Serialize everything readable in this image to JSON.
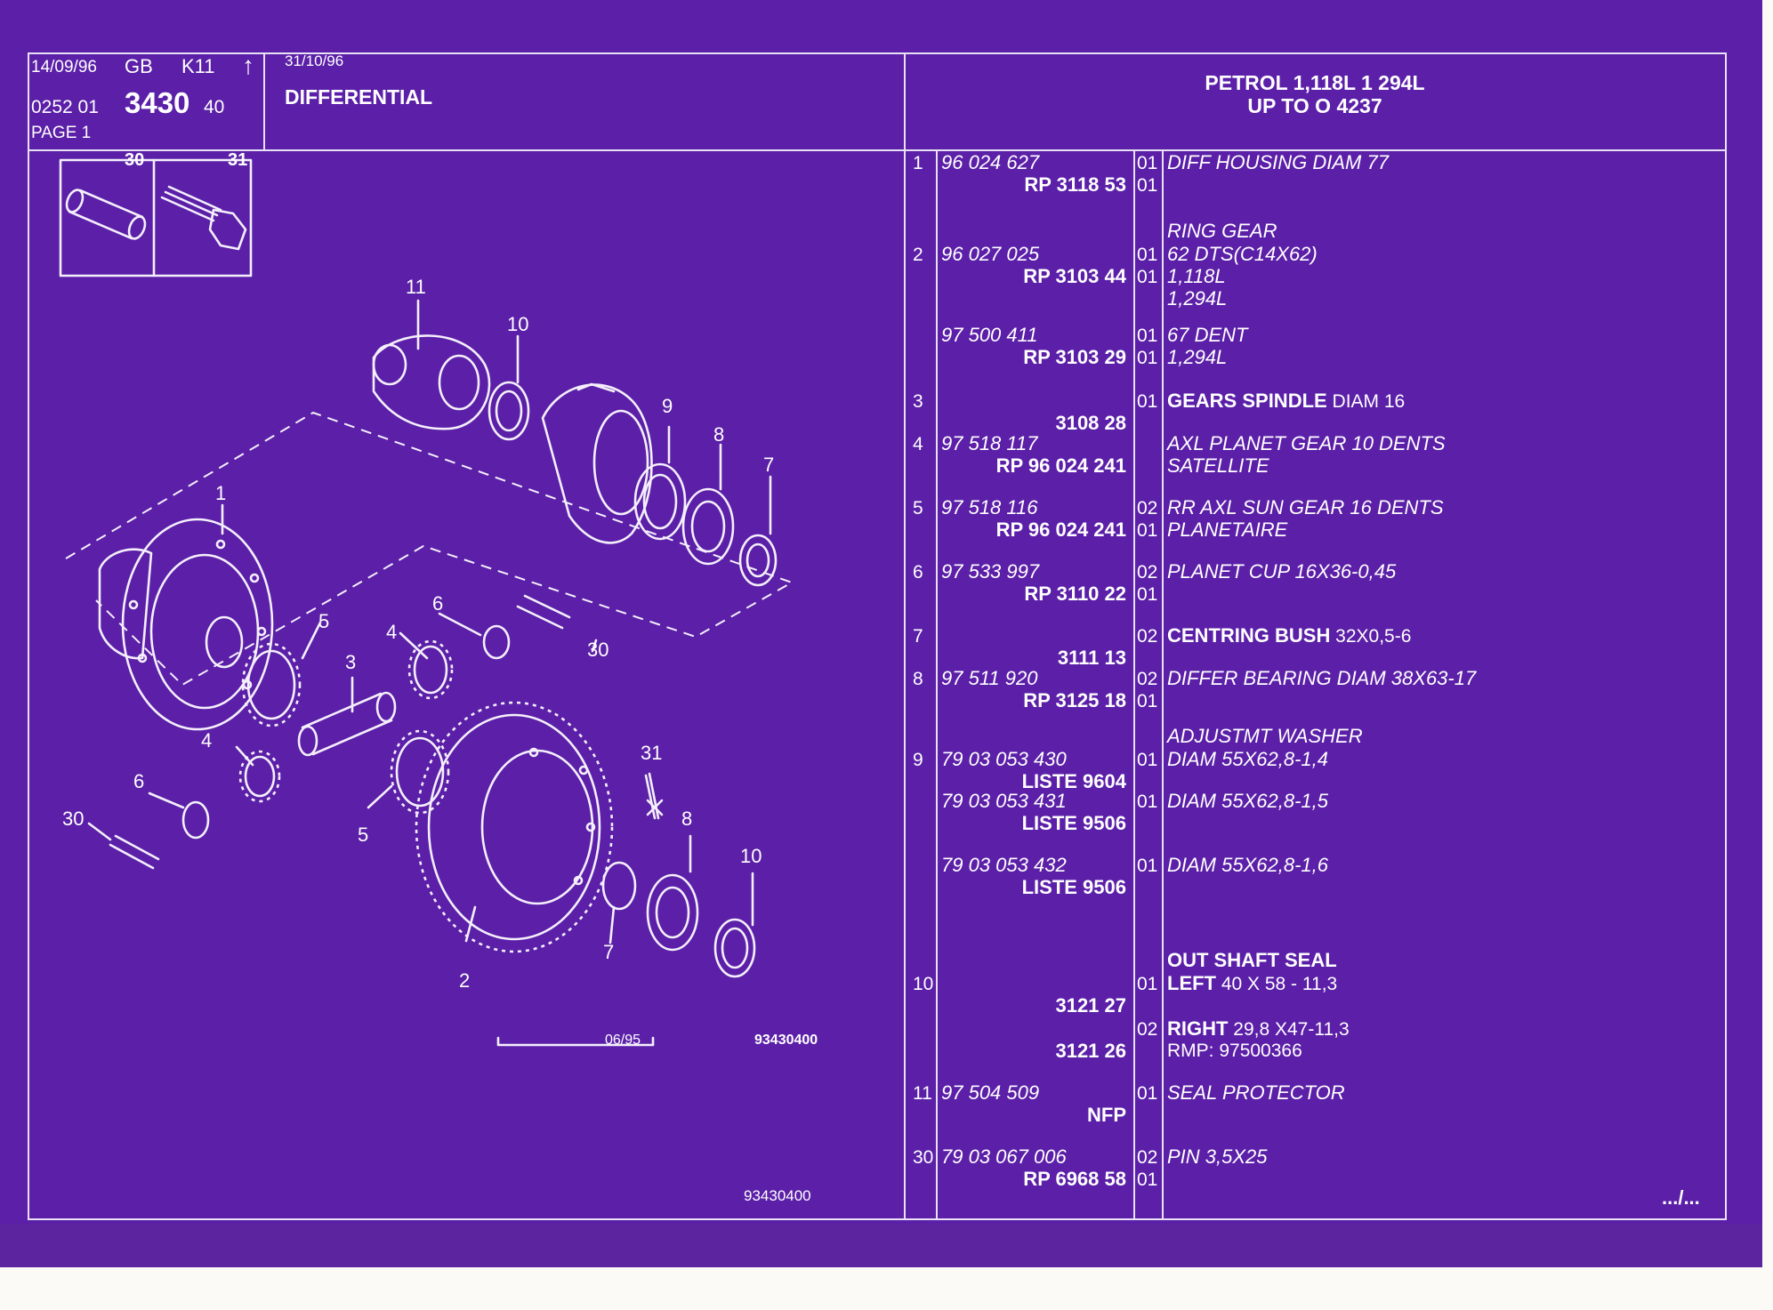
{
  "header": {
    "date_left": "14/09/96",
    "lang": "GB",
    "model": "K11",
    "arrow": "↑",
    "code_prefix": "0252 01",
    "group": "3430",
    "sub": "40",
    "page": "PAGE 1",
    "date_right": "31/10/96",
    "title": "DIFFERENTIAL",
    "applicability_1": "PETROL 1,118L 1 294L",
    "applicability_2": "UP TO O  4237"
  },
  "inset": {
    "label_a": "30",
    "label_b": "31"
  },
  "callouts": [
    "11",
    "10",
    "9",
    "8",
    "7",
    "1",
    "6",
    "5",
    "4",
    "3",
    "30",
    "31",
    "4",
    "6",
    "30",
    "5",
    "2",
    "8",
    "10",
    "7"
  ],
  "drawing": {
    "stamp": "06/95",
    "ref_upper": "93430400",
    "ref_lower": "93430400"
  },
  "colors": {
    "sheet": "#5b1fa8",
    "line": "#e9e2f6",
    "background": "#fbfaf6"
  },
  "parts": [
    {
      "idx": "1",
      "pn": "96 024 627",
      "ref": "RP  3118 53",
      "q1": "01",
      "q2": "01",
      "desc": [
        {
          "t": "DIFF HOUSING DIAM 77",
          "s": "i"
        }
      ]
    },
    {
      "idx": "2",
      "pn": "96 027 025",
      "ref": "RP  3103 44",
      "q1": "01",
      "q2": "01",
      "pre": "RING GEAR",
      "desc": [
        {
          "t": "62 DTS(C14X62)",
          "s": "i"
        },
        {
          "t": "1,118L",
          "s": "i"
        },
        {
          "t": "1,294L",
          "s": "i"
        }
      ]
    },
    {
      "idx": "",
      "pn": "97 500 411",
      "ref": "RP  3103 29",
      "q1": "01",
      "q2": "01",
      "desc": [
        {
          "t": "67 DENT",
          "s": "i"
        },
        {
          "t": "1,294L",
          "s": "i"
        }
      ]
    },
    {
      "idx": "3",
      "pn": "",
      "ref": "3108 28",
      "q1": "01",
      "q2": "",
      "descB": "GEARS SPINDLE",
      "descTail": " DIAM 16"
    },
    {
      "idx": "4",
      "pn": "97 518 117",
      "ref": "RP   96 024 241",
      "q1": "",
      "q2": "",
      "desc": [
        {
          "t": "AXL PLANET GEAR 10 DENTS",
          "s": "i"
        },
        {
          "t": "SATELLITE",
          "s": "i"
        }
      ]
    },
    {
      "idx": "5",
      "pn": "97 518 116",
      "ref": "RP   96 024 241",
      "q1": "02",
      "q2": "01",
      "desc": [
        {
          "t": "RR AXL SUN GEAR 16 DENTS",
          "s": "i"
        },
        {
          "t": "PLANETAIRE",
          "s": "i"
        }
      ]
    },
    {
      "idx": "6",
      "pn": "97 533 997",
      "ref": "RP  3110 22",
      "q1": "02",
      "q2": "01",
      "desc": [
        {
          "t": "PLANET CUP 16X36-0,45",
          "s": "i"
        }
      ]
    },
    {
      "idx": "7",
      "pn": "",
      "ref": "3111 13",
      "q1": "02",
      "q2": "",
      "descB": "CENTRING BUSH",
      "descTail": " 32X0,5-6"
    },
    {
      "idx": "8",
      "pn": "97 511 920",
      "ref": "RP  3125 18",
      "q1": "02",
      "q2": "01",
      "desc": [
        {
          "t": "DIFFER BEARING DIAM 38X63-17",
          "s": "i"
        }
      ]
    },
    {
      "idx": "9",
      "pn": "79 03 053 430",
      "ref": "LISTE 9604",
      "q1": "01",
      "q2": "",
      "pre": "ADJUSTMT WASHER",
      "desc": [
        {
          "t": "DIAM 55X62,8-1,4",
          "s": "i"
        }
      ]
    },
    {
      "idx": "",
      "pn": "79 03 053 431",
      "ref": "LISTE 9506",
      "q1": "01",
      "q2": "",
      "desc": [
        {
          "t": "DIAM 55X62,8-1,5",
          "s": "i"
        }
      ]
    },
    {
      "idx": "",
      "pn": "79 03 053 432",
      "ref": "LISTE 9506",
      "q1": "01",
      "q2": "",
      "desc": [
        {
          "t": "DIAM 55X62,8-1,6",
          "s": "i"
        }
      ]
    },
    {
      "idx": "10",
      "pn": "",
      "ref": "3121 27",
      "q1": "01",
      "q2": "",
      "preB": "OUT SHAFT SEAL",
      "descB": "LEFT",
      "descTail": " 40 X 58 - 11,3"
    },
    {
      "idx": "",
      "pn": "",
      "ref": "3121 26",
      "q1": "02",
      "q2": "",
      "descB": "RIGHT",
      "descTail": " 29,8 X47-11,3",
      "extra": "RMP: 97500366"
    },
    {
      "idx": "11",
      "pn": "97 504 509",
      "ref": "NFP",
      "q1": "01",
      "q2": "",
      "desc": [
        {
          "t": "SEAL PROTECTOR",
          "s": "i"
        }
      ]
    },
    {
      "idx": "30",
      "pn": "79 03 067 006",
      "ref": "RP  6968 58",
      "q1": "02",
      "q2": "01",
      "desc": [
        {
          "t": "PIN 3,5X25",
          "s": "i"
        }
      ]
    }
  ],
  "continuation": ".../..."
}
